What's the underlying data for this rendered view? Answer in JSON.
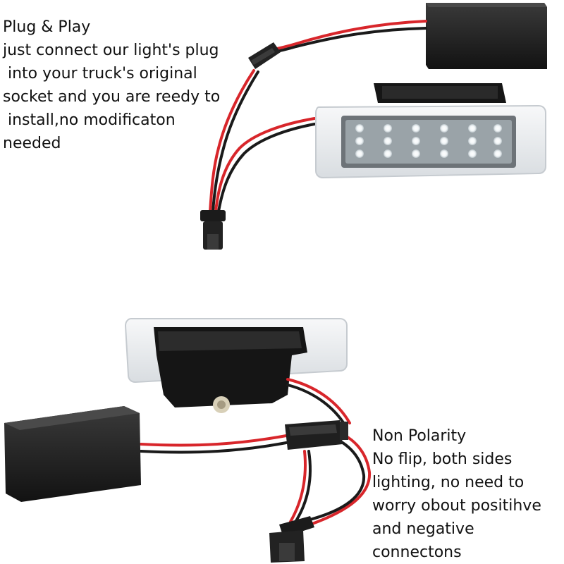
{
  "captions": {
    "plug_and_play": [
      "Plug & Play",
      "just connect our light's plug",
      " into your truck's original",
      "socket and you are reedy to",
      " install,no modificaton",
      "needed"
    ],
    "non_polarity": [
      "Non Polarity",
      "No flip, both sides",
      "lighting, no need to",
      "worry obout positihve",
      "and negative",
      "connectons"
    ]
  },
  "colors": {
    "wire_red": "#d8262b",
    "wire_black": "#1a1a1a",
    "box_black": "#1c1c1c",
    "lens_frost": "#e9ecef",
    "led_white": "#ffffff"
  }
}
